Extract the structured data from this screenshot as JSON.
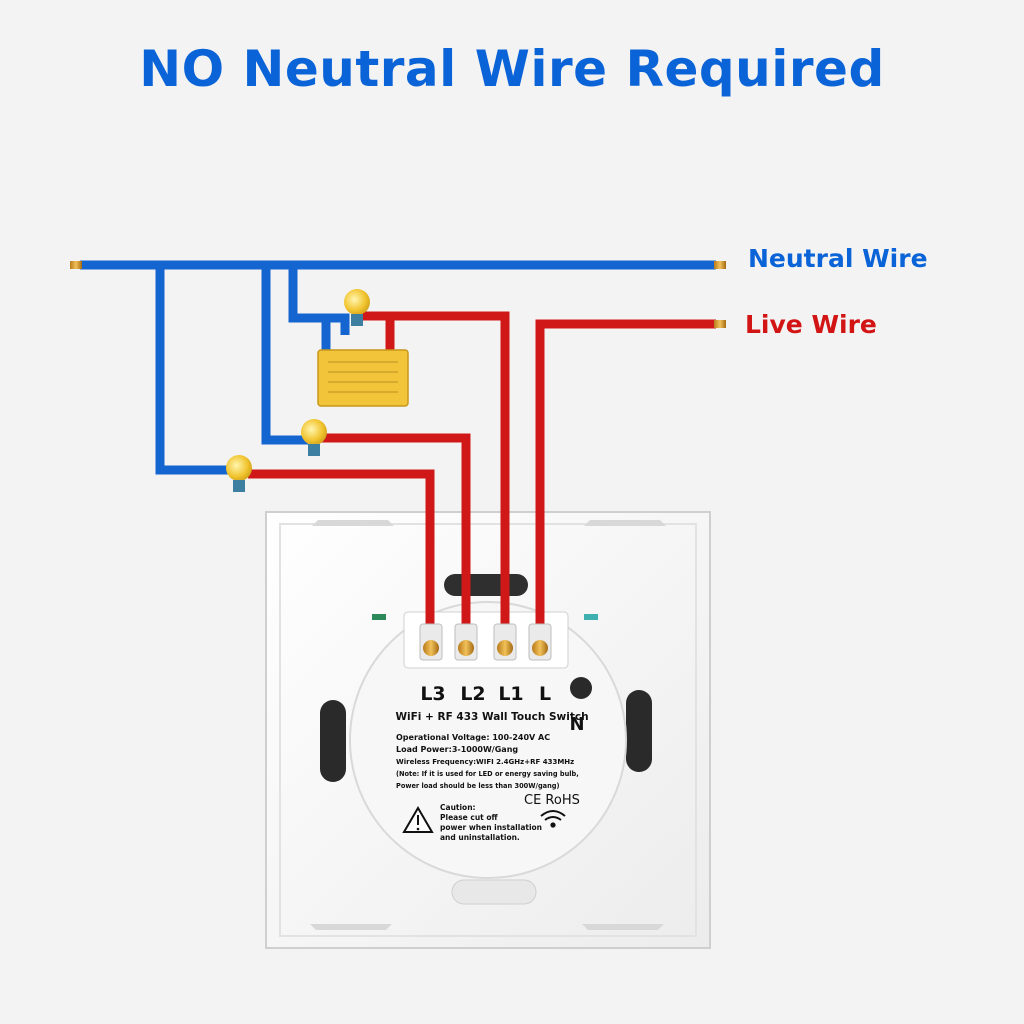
{
  "title": "NO Neutral Wire Required",
  "labels": {
    "neutral": "Neutral Wire",
    "live": "Live Wire"
  },
  "colors": {
    "neutral": "#1565d0",
    "live": "#d01818",
    "title": "#0b63d8",
    "capacitor": "#f2c43a"
  },
  "switch": {
    "terminals": [
      "L3",
      "L2",
      "L1",
      "L"
    ],
    "n_label": "N",
    "product": "WiFi + RF 433 Wall Touch Switch",
    "specs": [
      "Operational Voltage: 100-240V AC",
      "Load Power:3-1000W/Gang",
      "Wireless Frequency:WIFI 2.4GHz+RF 433MHz",
      "(Note: If it is used for LED or energy saving bulb,",
      "Power load should be less than 300W/gang)"
    ],
    "caution": [
      "Caution:",
      "Please cut off",
      "power when installation",
      "and uninstallation."
    ],
    "marks": "CE RoHS"
  }
}
